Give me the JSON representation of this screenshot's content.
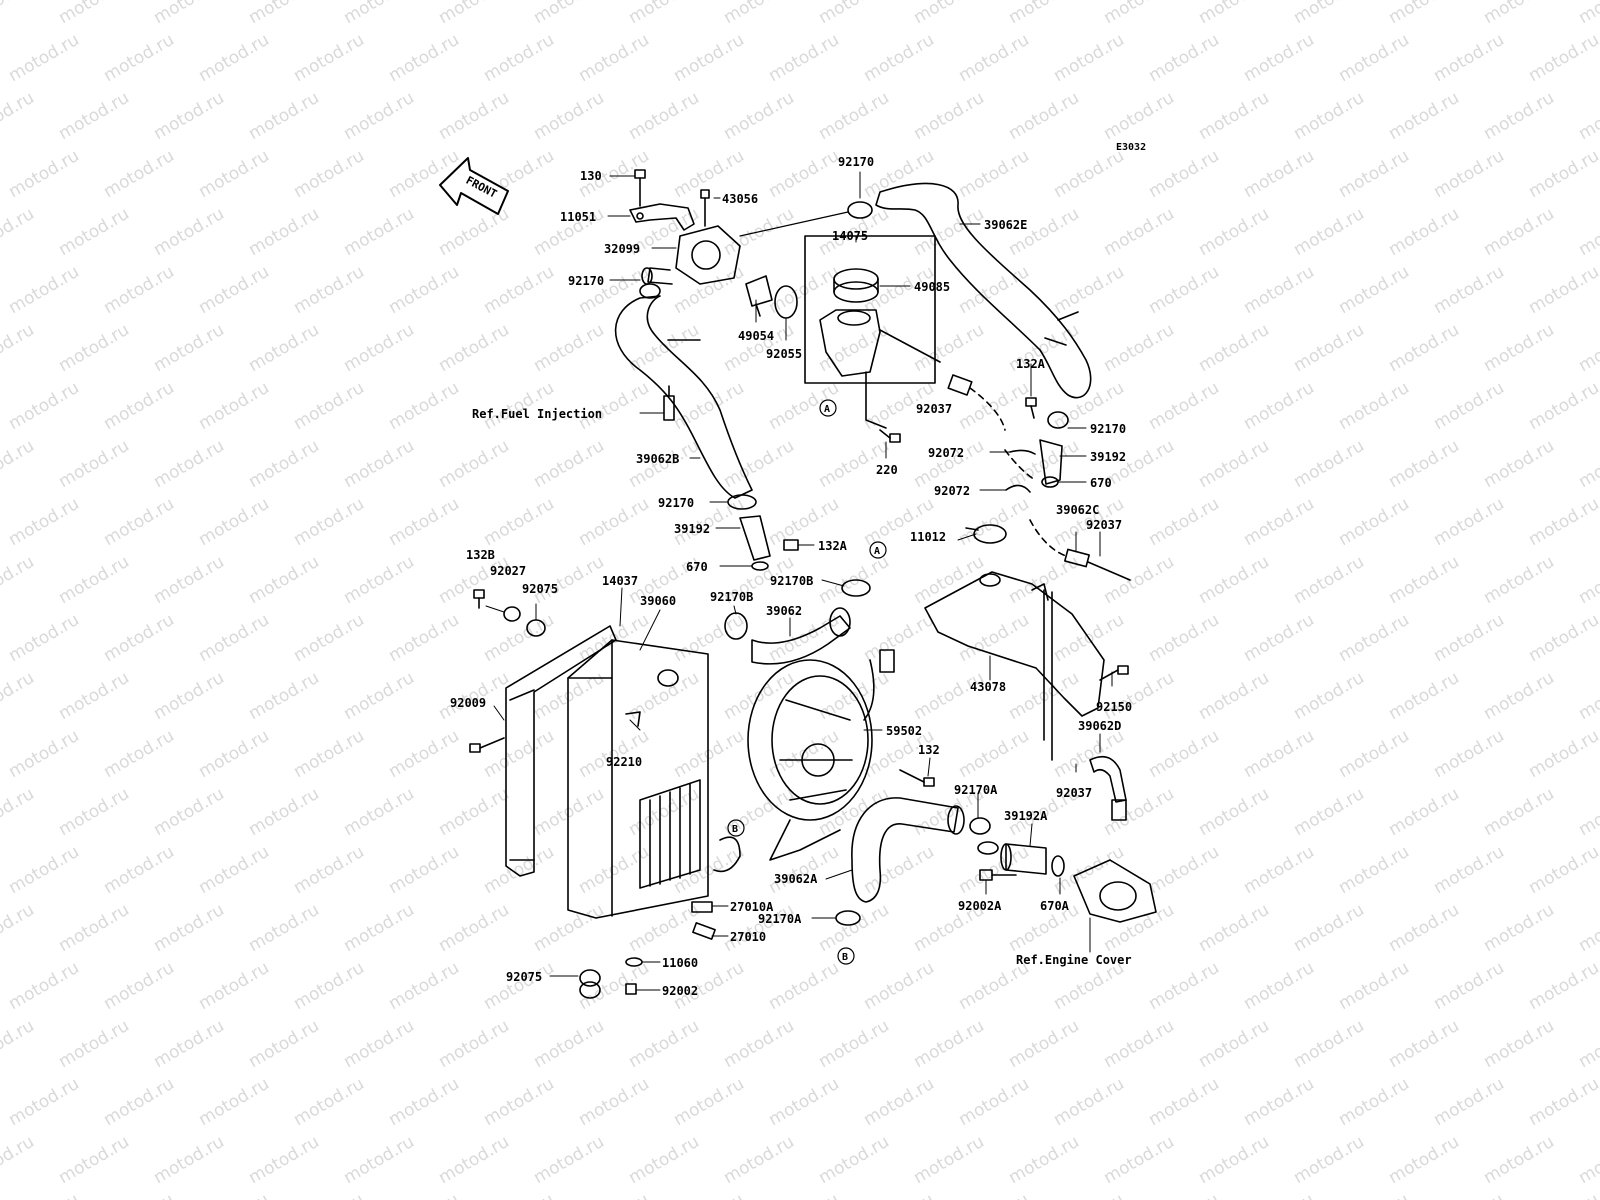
{
  "diagram": {
    "code": "E3032",
    "front_label": "FRONT",
    "watermark": "motod.ru",
    "callouts": [
      "A",
      "B"
    ],
    "labels": {
      "p130": "130",
      "p43056": "43056",
      "p11051": "11051",
      "p92170_top": "92170",
      "p39062E": "39062E",
      "p32099": "32099",
      "p14075": "14075",
      "p92170_left": "92170",
      "p49085": "49085",
      "p49054": "49054",
      "p92055": "92055",
      "p132A_top": "132A",
      "p92037_top": "92037",
      "p92170_right": "92170",
      "ref_fuel": "Ref.Fuel Injection",
      "p92072_a": "92072",
      "p39192_right": "39192",
      "p220": "220",
      "p670_right": "670",
      "p39062B": "39062B",
      "p92072_b": "92072",
      "p92170_mid": "92170",
      "p39062C": "39062C",
      "p92037_mid": "92037",
      "p39192_mid": "39192",
      "p132A_mid": "132A",
      "p11012": "11012",
      "p670_mid": "670",
      "p132B": "132B",
      "p92027": "92027",
      "p92170B_a": "92170B",
      "p92075_top": "92075",
      "p14037": "14037",
      "p39060": "39060",
      "p92170B_b": "92170B",
      "p39062": "39062",
      "p92009": "92009",
      "p59502": "59502",
      "p43078": "43078",
      "p92150": "92150",
      "p39062D": "39062D",
      "p92210": "92210",
      "p132": "132",
      "p92037_bot": "92037",
      "p92170A_a": "92170A",
      "p39192A": "39192A",
      "p39062A": "39062A",
      "p92002A": "92002A",
      "p670A": "670A",
      "p27010A": "27010A",
      "p92170A_b": "92170A",
      "p27010": "27010",
      "ref_engine": "Ref.Engine Cover",
      "p11060": "11060",
      "p92075_bot": "92075",
      "p92002": "92002"
    }
  }
}
